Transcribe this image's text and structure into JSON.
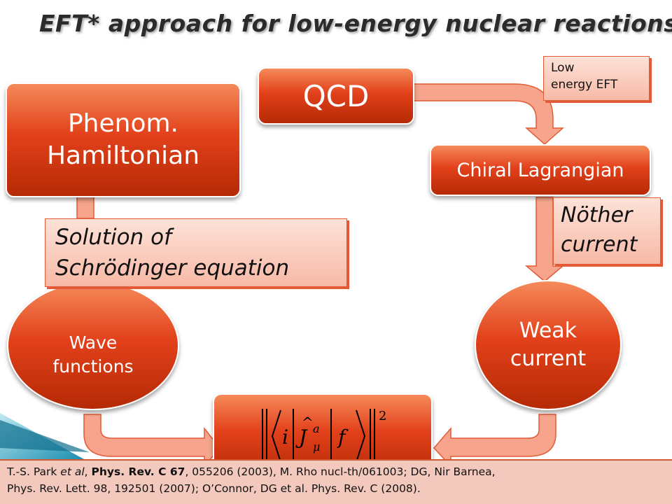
{
  "title": "EFT* approach for low-energy nuclear reactions:",
  "nodes": {
    "qcd": "QCD",
    "pheno_line1": "Phenom.",
    "pheno_line2": "Hamiltonian",
    "chiral": "Chiral Lagrangian",
    "wave_line1": "Wave",
    "wave_line2": "functions",
    "weak_line1": "Weak",
    "weak_line2": "current"
  },
  "labels": {
    "low_eft_line1": "Low",
    "low_eft_line2": "energy EFT",
    "nother_line1": "Nöther",
    "nother_line2": "current",
    "solution_line1": "Solution of",
    "solution_line2": "Schrödinger equation"
  },
  "matrix_element": {
    "i": "i",
    "op": "J",
    "sup": "a",
    "sub": "μ",
    "f": "f",
    "power": "2"
  },
  "references": {
    "line1_a": "T.-S. Park ",
    "line1_etal": "et al",
    "line1_b": ", ",
    "line1_journal": "Phys. Rev. C 67",
    "line1_c": ", 055206 (2003), M. Rho nucl-th/061003; DG, Nir Barnea,",
    "line2_a": "Phys. Rev. Lett. 98, 192501 (2007); O’Connor, DG et al. Phys. Rev. C (2008)."
  },
  "colors": {
    "node_top": "#f58a5a",
    "node_mid": "#e2411b",
    "node_bottom": "#b52a05",
    "arrow_fill": "#f6a58c",
    "arrow_stroke": "#e35a36",
    "label_fill": "#f7b9a6",
    "decor_teal": "#2aa7c4"
  }
}
